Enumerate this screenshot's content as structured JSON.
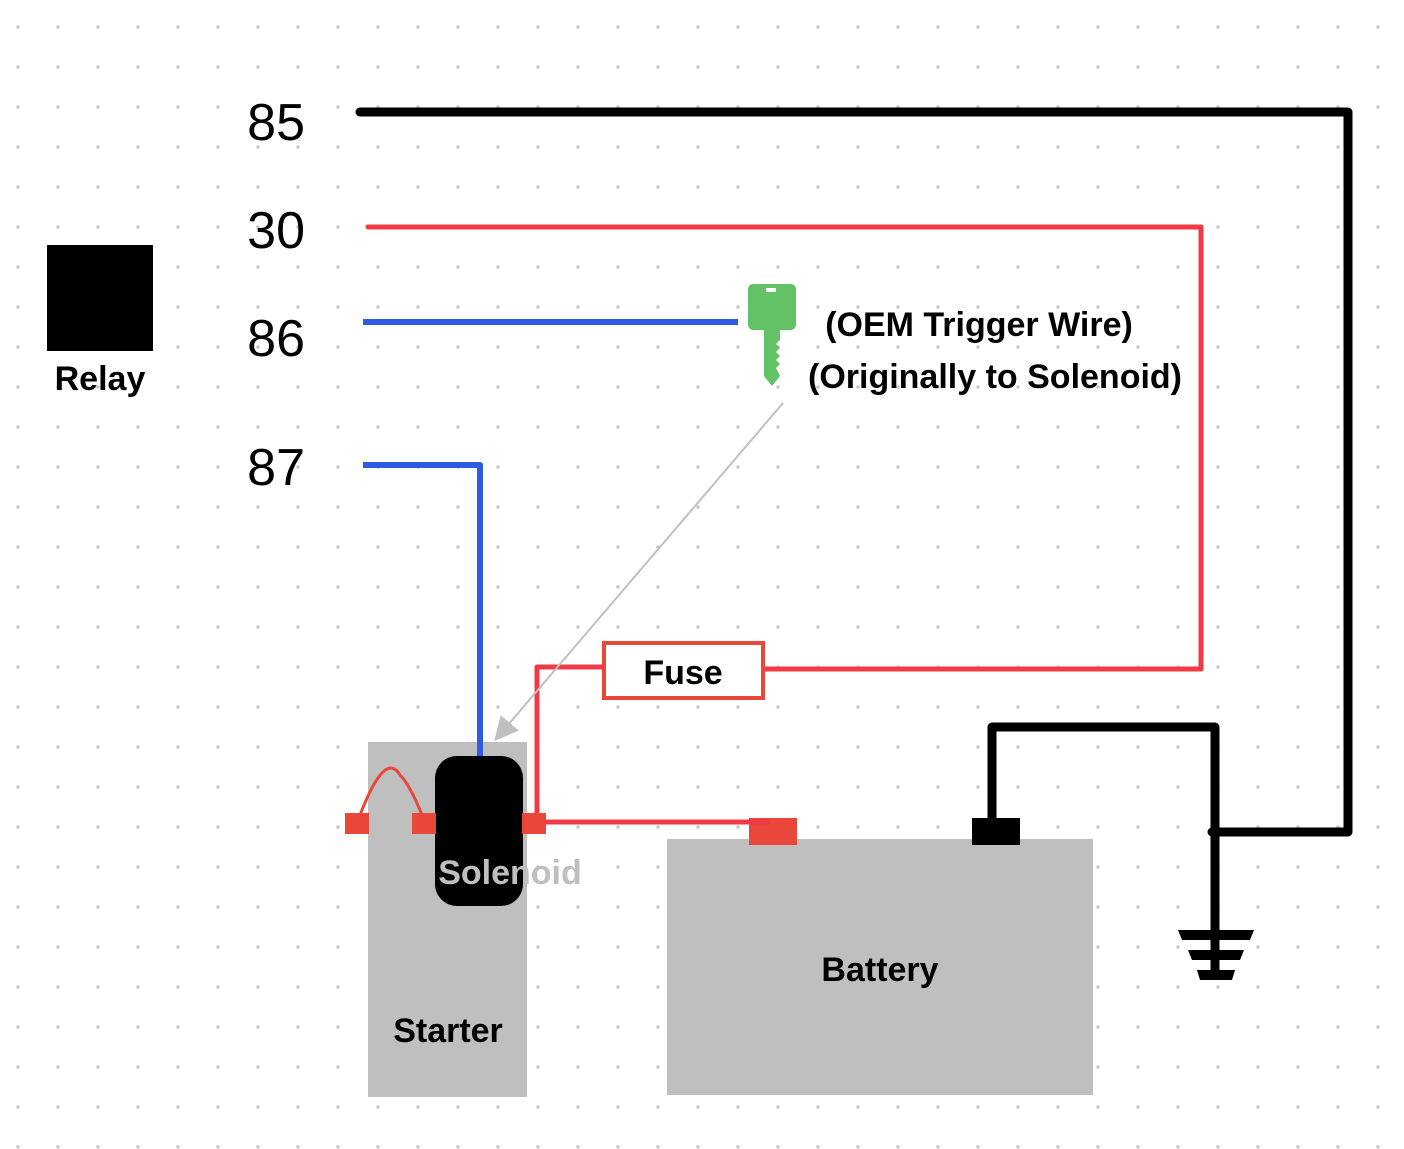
{
  "diagram": {
    "title": "Relay starter wiring diagram",
    "relay": {
      "label": "Relay",
      "pins": [
        {
          "id": "85",
          "label": "85",
          "wire_color": "black"
        },
        {
          "id": "30",
          "label": "30",
          "wire_color": "red"
        },
        {
          "id": "86",
          "label": "86",
          "wire_color": "blue"
        },
        {
          "id": "87",
          "label": "87",
          "wire_color": "blue"
        }
      ]
    },
    "key": {
      "icon": "key-icon",
      "note_line1": "(OEM Trigger Wire)",
      "note_line2": "(Originally to Solenoid)"
    },
    "fuse": {
      "label": "Fuse"
    },
    "starter": {
      "label": "Starter"
    },
    "solenoid": {
      "label": "Solenoid"
    },
    "battery": {
      "label": "Battery"
    },
    "ground": {
      "icon": "ground-icon"
    },
    "colors": {
      "wire_black": "#000000",
      "wire_red": "#f03a47",
      "wire_blue": "#2d5be3",
      "terminal_red": "#e8473a",
      "key_green": "#63c166",
      "component_gray": "#bfbfbf",
      "grid_dot": "#c8c8c8",
      "arrow_gray": "#c0c0c0"
    }
  }
}
